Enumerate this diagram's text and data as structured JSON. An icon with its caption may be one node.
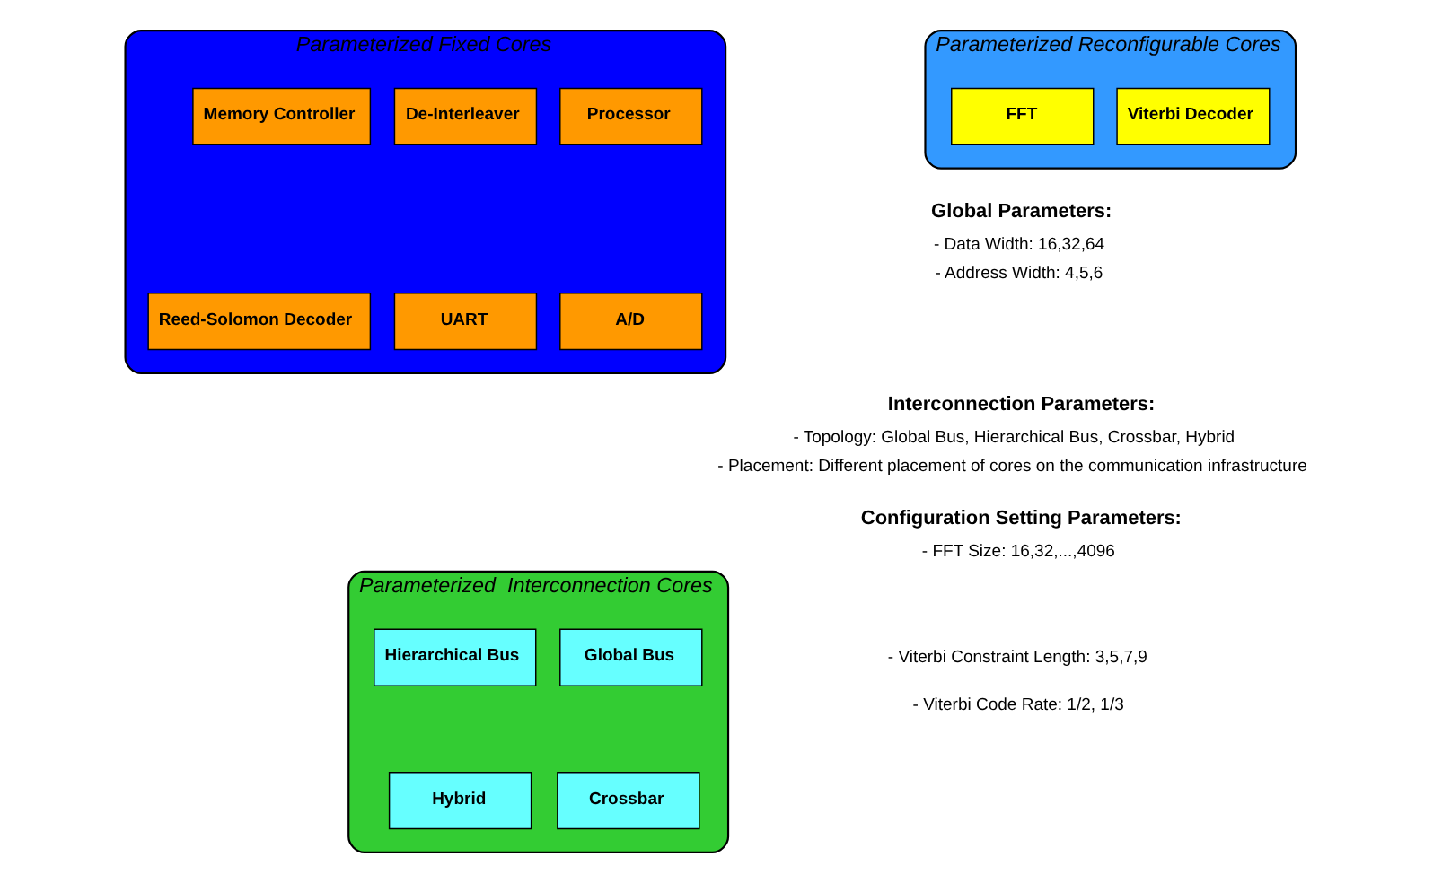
{
  "diagram": {
    "nodes": [
      {
        "text": [
          "Parameterized Fixed Cores"
        ]
      },
      {
        "text": [
          "Processor"
        ],
        "in": 0
      },
      {
        "text": [
          "Memory Controller"
        ],
        "in": 0
      },
      {
        "text": [
          "De-Interleaver"
        ],
        "in": 0
      },
      {
        "text": [
          "A/D"
        ],
        "in": 0
      },
      {
        "text": [
          "Reed-Solomon Decoder"
        ],
        "in": 0
      },
      {
        "text": [
          "UART"
        ],
        "in": 0
      },
      {
        "text": [
          "Parameterized Reconfigurable Cores"
        ]
      },
      {
        "text": [
          "FFT"
        ],
        "in": 7
      },
      {
        "text": [
          "Viterbi Decoder"
        ],
        "in": 7
      },
      {
        "text": [
          "Parameterized  Interconnection Cores"
        ]
      },
      {
        "text": [
          "Global Bus"
        ],
        "in": 10
      },
      {
        "text": [
          "Hierarchical Bus"
        ],
        "in": 10
      },
      {
        "text": [
          "Crossbar"
        ],
        "in": 10
      },
      {
        "text": [
          "Hybrid"
        ],
        "in": 10
      }
    ],
    "edges": [],
    "labels": [
      "Global Parameters:",
      "- Data Width: 16,32,64",
      "- Address Width: 4,5,6",
      "Interconnection Parameters:",
      "- Topology: Global Bus, Hierarchical Bus, Crossbar, Hybrid",
      "- Placement: Different placement of cores on the communication infrastructure",
      "Configuration Setting Parameters:",
      "- FFT Size: 16,32,...,4096",
      "- Viterbi Constraint Length: 3,5,7,9",
      "- Viterbi Code Rate: 1/2, 1/3"
    ]
  }
}
